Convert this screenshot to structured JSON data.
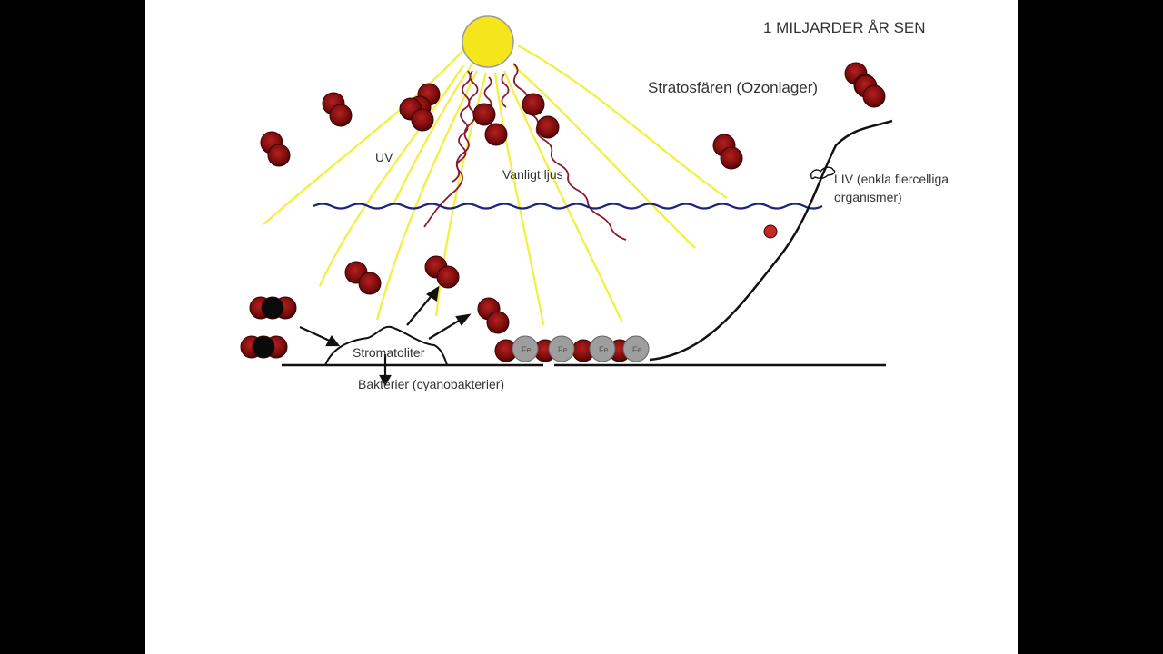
{
  "title": "1 MILJARDER ÅR SEN",
  "labels": {
    "stratosphere": "Stratosfären (Ozonlager)",
    "uv": "UV",
    "normal_light": "Vanligt ljus",
    "life_line1": "LIV (enkla flercelliga",
    "life_line2": "organismer)",
    "stromatolites": "Stromatoliter",
    "bacteria": "Bakterier (cyanobakterier)",
    "iron": "Fe"
  },
  "colors": {
    "sun": "#f5e61c",
    "light_ray": "#f3ef3c",
    "uv_ray": "#8b1a2a",
    "water": "#1a237e",
    "oxygen": "#8c1010",
    "iron": "#9e9e9e",
    "ground": "#111111"
  }
}
